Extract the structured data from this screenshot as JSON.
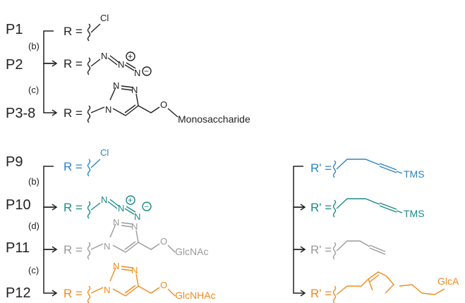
{
  "colors": {
    "black": "#222222",
    "blue": "#2c84c2",
    "teal": "#1a8a86",
    "gray": "#9a9a9a",
    "orange": "#ee8c1e"
  },
  "series_top": {
    "P1": "P1",
    "P2": "P2",
    "P3": "P3-8",
    "step_b": "(b)",
    "step_c": "(c)",
    "r_label": "R =",
    "cl": "Cl",
    "n": "N",
    "plus": "+",
    "minus": "−",
    "o": "O",
    "monosaccharide": "Monosaccharide"
  },
  "series_bottom": {
    "P9": "P9",
    "P10": "P10",
    "P11": "P11",
    "P12": "P12",
    "step_b": "(b)",
    "step_d": "(d)",
    "step_c": "(c)",
    "r_label": "R =",
    "cl": "Cl",
    "n": "N",
    "plus": "+",
    "minus": "−",
    "o": "O",
    "glcnac": "GlcNAc",
    "glcnhac": "GlcNHAc"
  },
  "series_right": {
    "r_label": "R' =",
    "tms": "TMS",
    "glca": "GlcA"
  }
}
